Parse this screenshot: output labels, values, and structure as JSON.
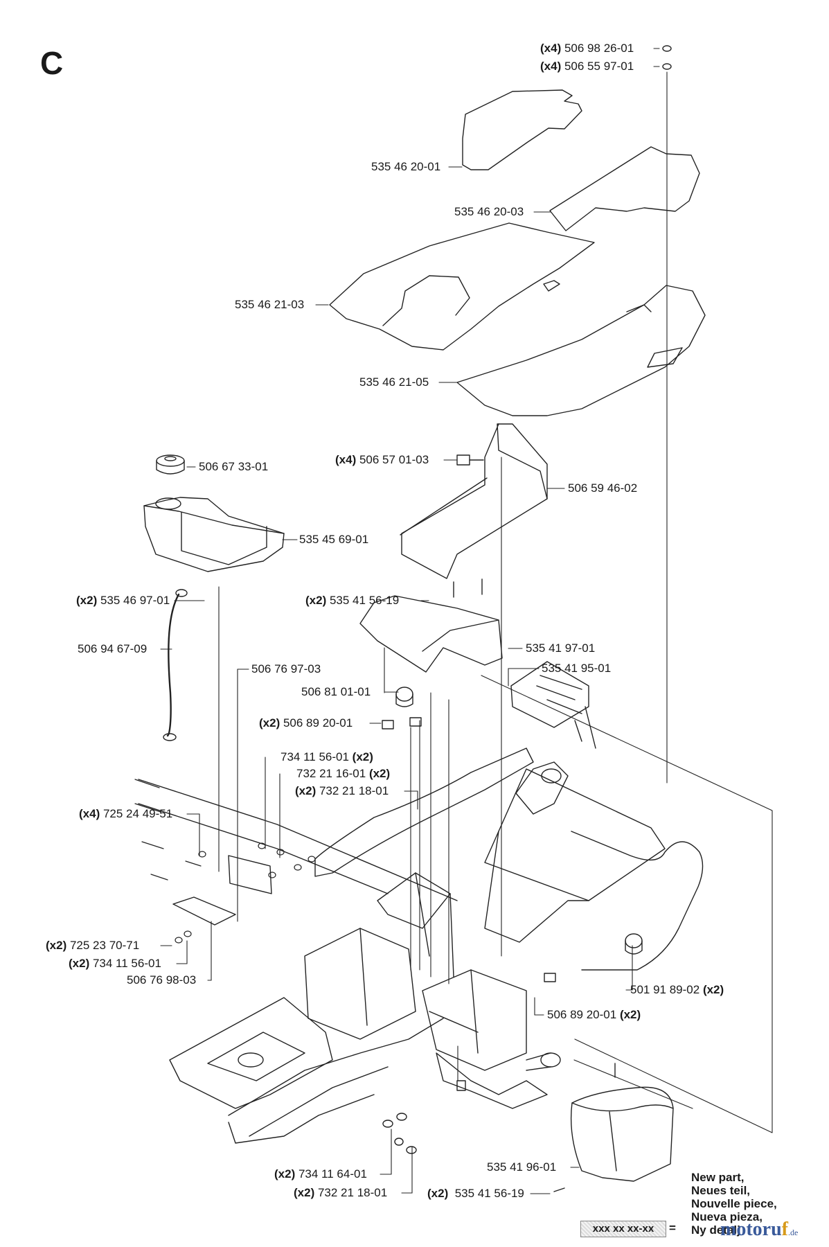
{
  "section_letter": "C",
  "labels": [
    {
      "id": "p01",
      "qty": "(x4)",
      "part": "506 98 26-01"
    },
    {
      "id": "p02",
      "qty": "(x4)",
      "part": "506 55 97-01"
    },
    {
      "id": "p03",
      "qty": "",
      "part": "535 46 20-01"
    },
    {
      "id": "p04",
      "qty": "",
      "part": "535 46 20-03"
    },
    {
      "id": "p05",
      "qty": "",
      "part": "535 46 21-03"
    },
    {
      "id": "p06",
      "qty": "",
      "part": "535 46 21-05"
    },
    {
      "id": "p07",
      "qty": "(x4)",
      "part": "506 57 01-03"
    },
    {
      "id": "p08",
      "qty": "",
      "part": "506 59 46-02"
    },
    {
      "id": "p09",
      "qty": "",
      "part": "506 67 33-01"
    },
    {
      "id": "p10",
      "qty": "",
      "part": "535 45 69-01"
    },
    {
      "id": "p11",
      "qty": "(x2)",
      "part": "535 46 97-01"
    },
    {
      "id": "p12",
      "qty": "(x2)",
      "part": "535 41 56-19"
    },
    {
      "id": "p13",
      "qty": "",
      "part": "506 94 67-09"
    },
    {
      "id": "p14",
      "qty": "",
      "part": "535 41 97-01"
    },
    {
      "id": "p15",
      "qty": "",
      "part": "506 76 97-03"
    },
    {
      "id": "p16",
      "qty": "",
      "part": "535 41 95-01"
    },
    {
      "id": "p17",
      "qty": "",
      "part": "506 81 01-01"
    },
    {
      "id": "p18",
      "qty": "(x2)",
      "part": "506 89 20-01"
    },
    {
      "id": "p19",
      "qty": "(x2)",
      "part": "734 11 56-01",
      "suffix": true
    },
    {
      "id": "p20",
      "qty": "(x2)",
      "part": "732 21 16-01",
      "suffix": true
    },
    {
      "id": "p21",
      "qty": "(x2)",
      "part": "732 21 18-01"
    },
    {
      "id": "p22",
      "qty": "(x4)",
      "part": "725 24 49-51"
    },
    {
      "id": "p23",
      "qty": "(x2)",
      "part": "725 23 70-71"
    },
    {
      "id": "p24",
      "qty": "(x2)",
      "part": "734 11 56-01"
    },
    {
      "id": "p25",
      "qty": "",
      "part": "506 76 98-03"
    },
    {
      "id": "p26",
      "qty": "(x2)",
      "part": "501 91 89-02",
      "suffix": true
    },
    {
      "id": "p27",
      "qty": "(x2)",
      "part": "506 89 20-01",
      "suffix": true
    },
    {
      "id": "p28",
      "qty": "",
      "part": "535 41 96-01"
    },
    {
      "id": "p29",
      "qty": "(x2)",
      "part": "734 11 64-01"
    },
    {
      "id": "p30",
      "qty": "(x2)",
      "part": "732 21 18-01"
    },
    {
      "id": "p31",
      "qty": "(x2)",
      "part": "535 41 56-19"
    }
  ],
  "legend": {
    "lines": [
      "New part,",
      "Neues teil,",
      "Nouvelle piece,",
      "Nueva pieza,",
      "Ny detalj"
    ],
    "code": "xxx xx xx-xx",
    "equals": "="
  },
  "watermark": {
    "a": "motoru",
    "b": "f",
    "c": ".de"
  }
}
